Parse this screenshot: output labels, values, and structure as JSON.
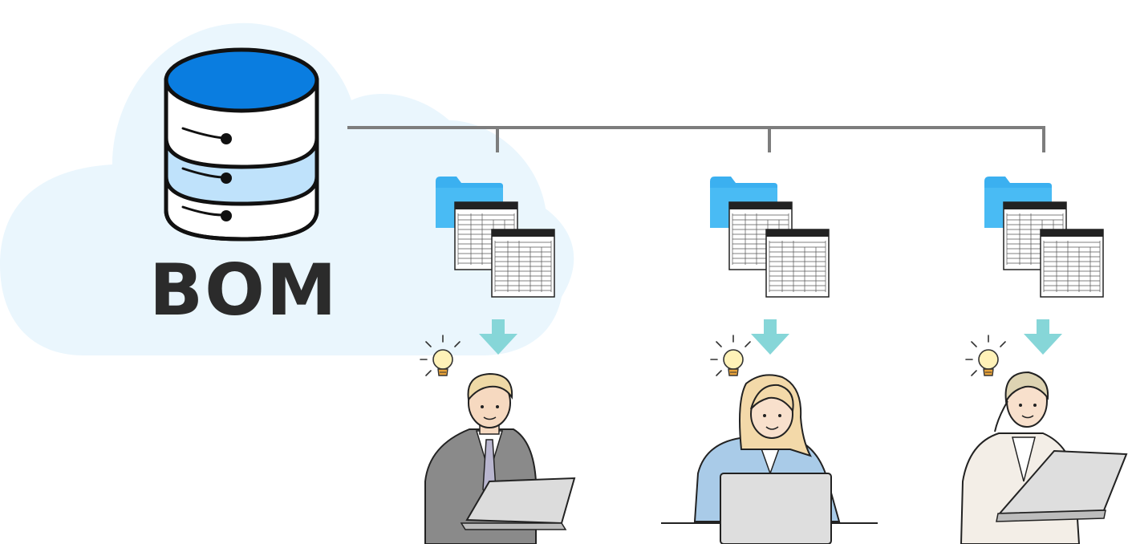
{
  "database": {
    "label": "BOM",
    "colors": {
      "cloud": "#eaf6fd",
      "top": "#0a7de0",
      "middle_band": "#bfe2fb",
      "outline": "#111111"
    }
  },
  "distribution": {
    "line_color": "#7d7d7d",
    "arrow_color": "#86d6d8",
    "folder_color": "#3bb0f0"
  },
  "users": [
    {
      "name": "man-in-suit",
      "icon": "lightbulb-icon",
      "jacket_color": "#8a8a8a"
    },
    {
      "name": "woman-blue-shirt",
      "icon": "lightbulb-icon",
      "jacket_color": "#a9cbe8"
    },
    {
      "name": "woman-beige-jacket",
      "icon": "lightbulb-icon",
      "jacket_color": "#f3eee7"
    }
  ]
}
